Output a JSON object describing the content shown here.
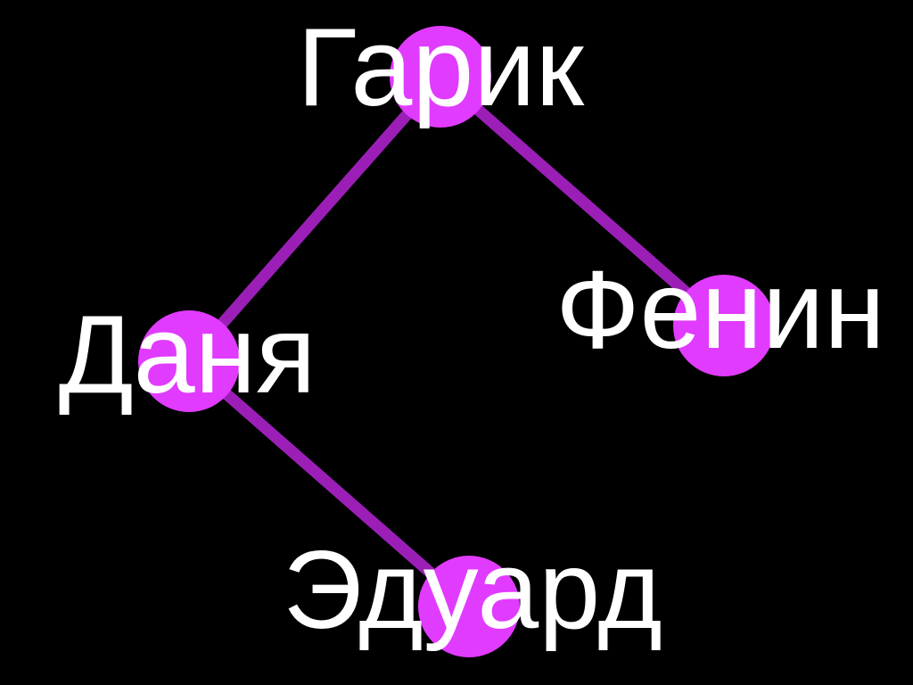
{
  "colors": {
    "background": "#000000",
    "edge": "#9b1fb7",
    "node": "#e13bff",
    "label": "#ffffff"
  },
  "nodes": [
    {
      "id": "garik",
      "label": "Гарик"
    },
    {
      "id": "danya",
      "label": "Даня"
    },
    {
      "id": "fenin",
      "label": "Фенин"
    },
    {
      "id": "eduard",
      "label": "Эдуард"
    }
  ],
  "edges": [
    {
      "from": "garik",
      "to": "danya"
    },
    {
      "from": "garik",
      "to": "fenin"
    },
    {
      "from": "danya",
      "to": "eduard"
    }
  ]
}
